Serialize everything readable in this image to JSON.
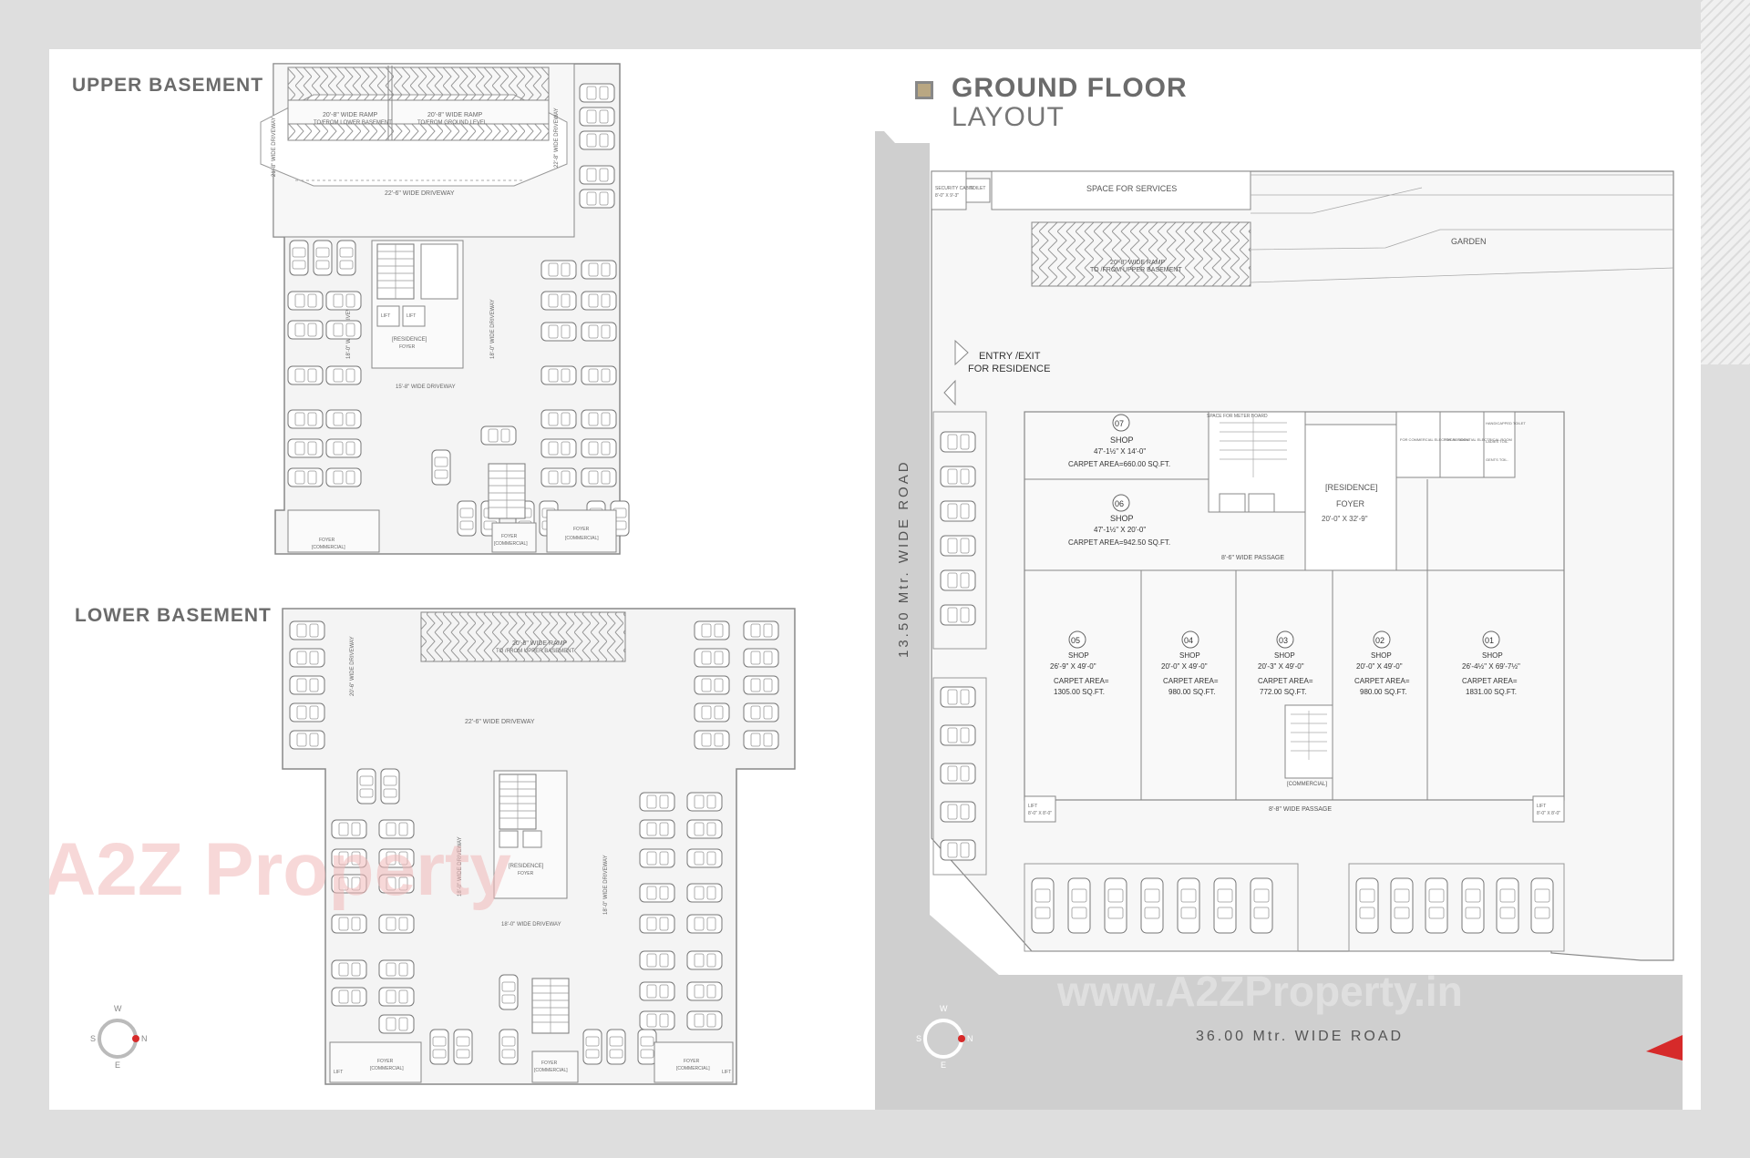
{
  "upper_basement": {
    "title": "UPPER BASEMENT",
    "ramp_left": "20'-8\" WIDE RAMP",
    "ramp_left_sub": "TO/FROM LOWER BASEMENT",
    "ramp_right": "20'-8\" WIDE RAMP",
    "ramp_right_sub": "TO/FROM GROUND LEVEL",
    "driveway_top": "22'-6\" WIDE DRIVEWAY",
    "driveway_left_side": "21'-8\" WIDE DRIVEWAY",
    "driveway_right_side": "22'-8\" WIDE DRIVEWAY",
    "driveway_center": "15'-8\" WIDE DRIVEWAY",
    "driveway_v_left": "18'-0\" WIDE DRIVEWAY",
    "driveway_v_right": "18'-0\" WIDE DRIVEWAY",
    "residence_foyer": "[RESIDENCE]",
    "residence_foyer_sub": "FOYER",
    "lift": "LIFT",
    "foyer_commercial": "[COMMERCIAL]",
    "foyer": "FOYER"
  },
  "lower_basement": {
    "title": "LOWER BASEMENT",
    "ramp": "20'-8\" WIDE RAMP",
    "ramp_sub": "TO /FROM UPPER BASEMENT",
    "driveway_top": "22'-6\" WIDE DRIVEWAY",
    "driveway_side": "20'-6\" WIDE DRIVEWAY",
    "driveway_center": "18'-0\" WIDE DRIVEWAY",
    "driveway_v_left": "18'-0\" WIDE DRIVEWAY",
    "driveway_v_right": "18'-0\" WIDE DRIVEWAY",
    "residence_foyer": "[RESIDENCE]",
    "residence_foyer_sub": "FOYER",
    "foyer_commercial": "[COMMERCIAL]",
    "foyer": "FOYER",
    "lift": "LIFT"
  },
  "ground_floor": {
    "title_line1": "GROUND FLOOR",
    "title_line2": "LAYOUT",
    "security_cabin": "SECURITY CABIN",
    "security_size": "8'-0\" X 9'-3\"",
    "toilet": "TOILET",
    "space_for_services": "SPACE FOR SERVICES",
    "garden": "GARDEN",
    "ramp": "20'-8\" WIDE RAMP",
    "ramp_sub": "TO /FROM UPPER BASEMENT",
    "entry_line1": "ENTRY /EXIT",
    "entry_line2": "FOR RESIDENCE",
    "meter_board": "SPACE FOR METER BOARD",
    "residence_foyer": "[RESIDENCE]",
    "residence_foyer_line2": "FOYER",
    "residence_foyer_size": "20'-0\" X 32'-9\"",
    "passage_top": "8'-6\" WIDE PASSAGE",
    "passage_bottom": "8'-8\" WIDE PASSAGE",
    "commercial": "[COMMERCIAL]",
    "lift_left": "LIFT",
    "lift_left_size": "8'-0\" X 8'-0\"",
    "lift_right": "LIFT",
    "lift_right_size": "8'-0\" X 8'-0\"",
    "electrical_room_1": "FOR COMMERCIAL ELECTRICAL ROOM",
    "electrical_room_2": "FOR RESIDENTIAL ELECTRICAL ROOM",
    "handicapped_toilet": "HANDICAPPED TOILET",
    "ladies_toilet": "LADIES TOIL.",
    "gents_toilet": "GENTS TOIL.",
    "side_road": "13.50 Mtr.  WIDE ROAD",
    "front_road": "36.00 Mtr.  WIDE ROAD",
    "shops": [
      {
        "no": "07",
        "label": "SHOP",
        "size": "47'-1½\" X 14'-0\"",
        "area": "CARPET AREA=660.00 SQ.FT."
      },
      {
        "no": "06",
        "label": "SHOP",
        "size": "47'-1½\" X 20'-0\"",
        "area": "CARPET AREA=942.50 SQ.FT."
      },
      {
        "no": "05",
        "label": "SHOP",
        "size": "26'-9\" X 49'-0\"",
        "area1": "CARPET AREA=",
        "area2": "1305.00 SQ.FT."
      },
      {
        "no": "04",
        "label": "SHOP",
        "size": "20'-0\" X 49'-0\"",
        "area1": "CARPET AREA=",
        "area2": "980.00 SQ.FT."
      },
      {
        "no": "03",
        "label": "SHOP",
        "size": "20'-3\" X 49'-0\"",
        "area1": "CARPET AREA=",
        "area2": "772.00 SQ.FT."
      },
      {
        "no": "02",
        "label": "SHOP",
        "size": "20'-0\" X 49'-0\"",
        "area1": "CARPET AREA=",
        "area2": "980.00 SQ.FT."
      },
      {
        "no": "01",
        "label": "SHOP",
        "size": "26'-4½\" X 69'-7½\"",
        "area1": "CARPET AREA=",
        "area2": "1831.00 SQ.FT."
      }
    ]
  },
  "compass": {
    "w": "W",
    "s": "S",
    "n": "N",
    "e": "E"
  },
  "watermark": {
    "logo": "A2Z Property",
    "url": "www.A2ZProperty.in"
  },
  "colors": {
    "title_square": "#b9a782",
    "road": "#cfcfcf",
    "compass_dot": "#d62a2a",
    "line": "#8a8a8a"
  }
}
